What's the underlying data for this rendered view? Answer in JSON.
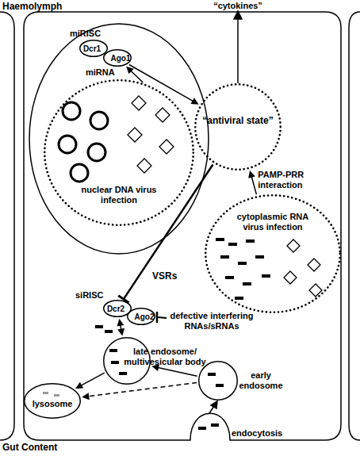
{
  "diagram": {
    "nodes": [
      {
        "text": [
          "nuclear DNA virus infection"
        ]
      },
      {
        "text": [
          "Dcr1"
        ]
      },
      {
        "text": [
          "Ago1"
        ]
      },
      {
        "text": [
          "“antiviral state”"
        ]
      },
      {
        "text": [
          "cytoplasmic RNA virus infection"
        ]
      },
      {
        "text": [
          "Dcr2"
        ]
      },
      {
        "text": [
          "Ago2"
        ]
      },
      {
        "text": [
          "late endosome/ multivesicular body"
        ]
      },
      {
        "text": [
          "lysosome"
        ]
      },
      {
        "text": [
          "early endosome"
        ]
      }
    ],
    "edges": [
      {
        "from": 0,
        "to": 2,
        "arrow": "to"
      },
      {
        "from": 2,
        "to": 3,
        "arrow": "to"
      },
      {
        "from": 4,
        "to": 3,
        "label": "PAMP-PRR interaction",
        "arrow": "to"
      },
      {
        "from": 3,
        "to": 5,
        "arrow": "to"
      },
      {
        "from": 5,
        "to": 7,
        "arrow": "both"
      },
      {
        "from": 7,
        "to": 8,
        "arrow": "to"
      },
      {
        "from": 9,
        "to": 7,
        "arrow": "to"
      },
      {
        "from": 9,
        "to": 8,
        "arrow": "to"
      }
    ],
    "labels": [
      "Haemolymph",
      "“cytokines”",
      "miRISC",
      "miRNA",
      "VSRs",
      "siRISC",
      "defective interfering RNAs/sRNAs",
      "endocytosis",
      "Gut Content"
    ]
  }
}
